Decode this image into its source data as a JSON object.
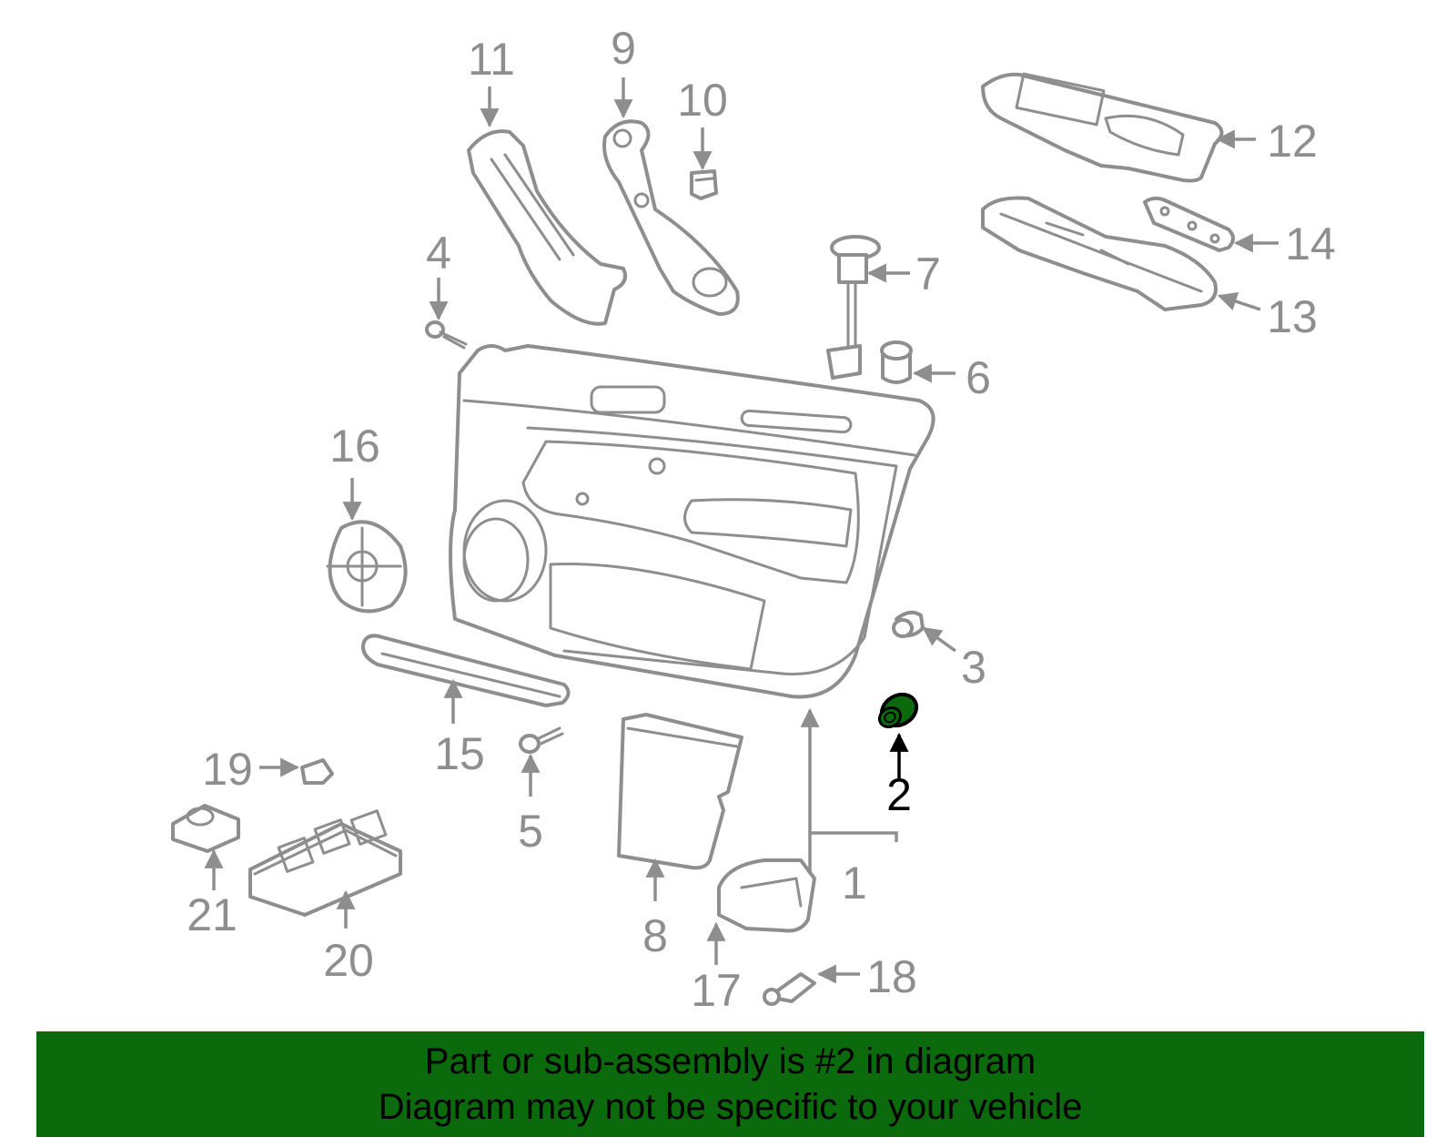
{
  "diagram": {
    "highlighted_part": "2",
    "colors": {
      "outline": "#8e8e8e",
      "highlight_fill": "#0b6a0b",
      "highlight_text": "#000000",
      "banner": "#0b6a0b"
    },
    "callouts": {
      "c1": "1",
      "c2": "2",
      "c3": "3",
      "c4": "4",
      "c5": "5",
      "c6": "6",
      "c7": "7",
      "c8": "8",
      "c9": "9",
      "c10": "10",
      "c11": "11",
      "c12": "12",
      "c13": "13",
      "c14": "14",
      "c15": "15",
      "c16": "16",
      "c17": "17",
      "c18": "18",
      "c19": "19",
      "c20": "20",
      "c21": "21"
    }
  },
  "banner": {
    "line1": "Part or sub-assembly is #2 in diagram",
    "line2": "Diagram may not be specific to your vehicle"
  }
}
